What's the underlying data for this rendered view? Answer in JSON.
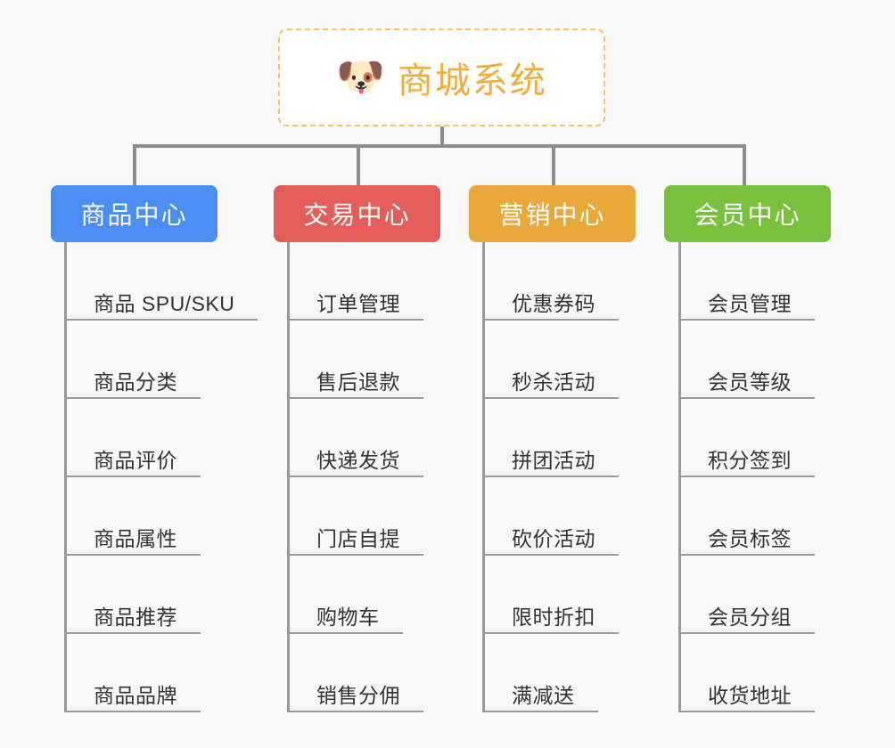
{
  "diagram": {
    "type": "org-tree",
    "background_color": "#f8f8f8",
    "root": {
      "icon": "dog-face-emoji",
      "icon_glyph": "🐶",
      "title": "商城系统",
      "text_color": "#f0ad3e",
      "border_color": "#f3c269",
      "border_style": "dashed",
      "fill_color": "#ffffff"
    },
    "connector_color": "#8c8c8c",
    "categories": [
      {
        "label": "商品中心",
        "color": "#4a8ef2",
        "items": [
          "商品 SPU/SKU",
          "商品分类",
          "商品评价",
          "商品属性",
          "商品推荐",
          "商品品牌"
        ]
      },
      {
        "label": "交易中心",
        "color": "#e35d5b",
        "items": [
          "订单管理",
          "售后退款",
          "快递发货",
          "门店自提",
          "购物车",
          "销售分佣"
        ]
      },
      {
        "label": "营销中心",
        "color": "#e9a93a",
        "items": [
          "优惠券码",
          "秒杀活动",
          "拼团活动",
          "砍价活动",
          "限时折扣",
          "满减送"
        ]
      },
      {
        "label": "会员中心",
        "color": "#79c03f",
        "items": [
          "会员管理",
          "会员等级",
          "积分签到",
          "会员标签",
          "会员分组",
          "收货地址"
        ]
      }
    ]
  }
}
